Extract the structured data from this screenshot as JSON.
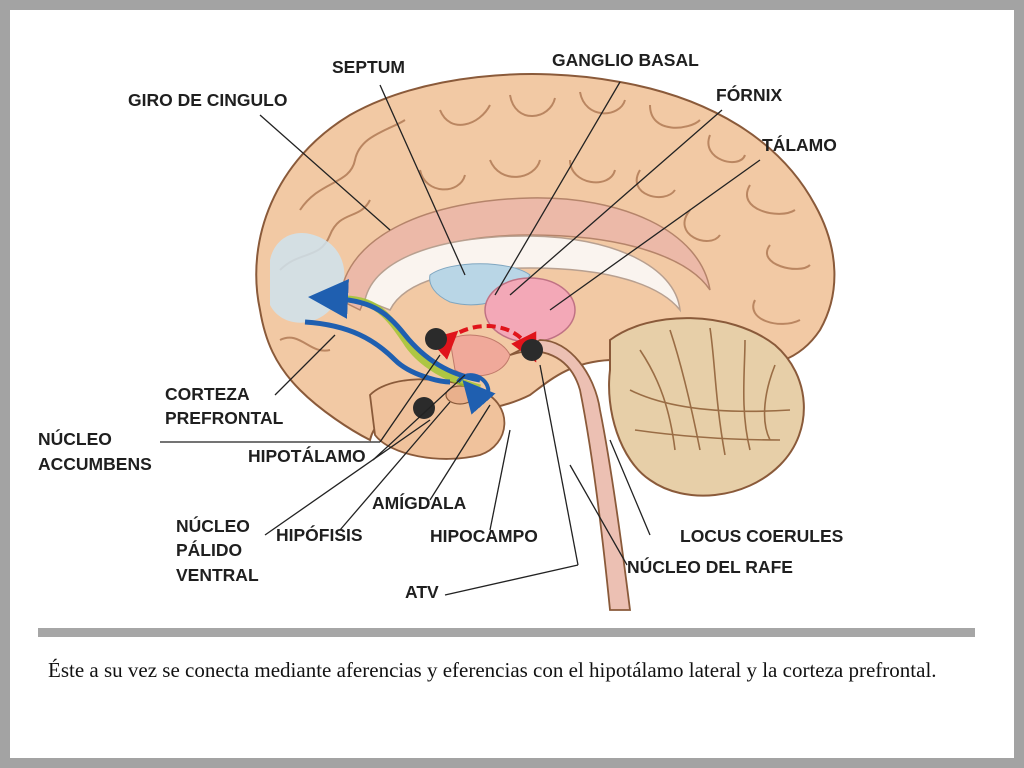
{
  "labels": {
    "septum": "SEPTUM",
    "ganglio_basal": "GANGLIO BASAL",
    "giro_de_cingulo": "GIRO DE CINGULO",
    "fornix": "FÓRNIX",
    "talamo": "TÁLAMO",
    "corteza_1": "CORTEZA",
    "corteza_2": "PREFRONTAL",
    "nucleo_accumbens_1": "NÚCLEO",
    "nucleo_accumbens_2": "ACCUMBENS",
    "hipotalamo": "HIPOTÁLAMO",
    "amigdala": "AMÍGDALA",
    "nucleo_palido_1": "NÚCLEO",
    "nucleo_palido_2": "PÁLIDO",
    "nucleo_palido_3": "VENTRAL",
    "hipofisis": "HIPÓFISIS",
    "hipocampo": "HIPOCAMPO",
    "locus_coerules": "LOCUS COERULES",
    "nucleo_del_rafe": "NÚCLEO DEL RAFE",
    "atv": "ATV"
  },
  "caption": "Éste a su vez se conecta mediante aferencias y eferencias con el hipotálamo lateral y la corteza prefrontal.",
  "colors": {
    "arrow_blue": "#1f5fb0",
    "arrow_red": "#e0141b",
    "arrow_green": "#9cc62a",
    "dot": "#2b2b2b"
  }
}
